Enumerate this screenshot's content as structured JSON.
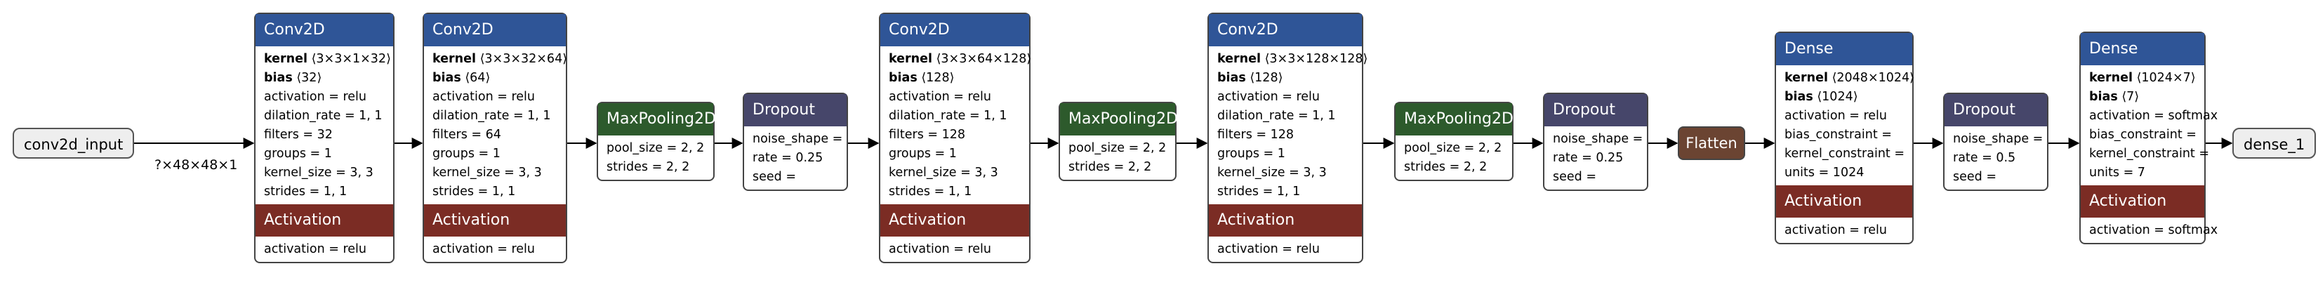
{
  "input": {
    "label": "conv2d_input",
    "shape": "?×48×48×1"
  },
  "output": {
    "label": "dense_1"
  },
  "nodes": [
    {
      "title": "Conv2D",
      "kind": "conv",
      "params": [
        {
          "key": "kernel",
          "value": "⟨3×3×1×32⟩"
        },
        {
          "key": "bias",
          "value": "⟨32⟩"
        }
      ],
      "attrs": [
        "activation = relu",
        "dilation_rate = 1, 1",
        "filters = 32",
        "groups = 1",
        "kernel_size = 3, 3",
        "strides = 1, 1"
      ],
      "activation": {
        "title": "Activation",
        "attr": "activation = relu"
      }
    },
    {
      "title": "Conv2D",
      "kind": "conv",
      "params": [
        {
          "key": "kernel",
          "value": "⟨3×3×32×64⟩"
        },
        {
          "key": "bias",
          "value": "⟨64⟩"
        }
      ],
      "attrs": [
        "activation = relu",
        "dilation_rate = 1, 1",
        "filters = 64",
        "groups = 1",
        "kernel_size = 3, 3",
        "strides = 1, 1"
      ],
      "activation": {
        "title": "Activation",
        "attr": "activation = relu"
      }
    },
    {
      "title": "MaxPooling2D",
      "kind": "pool",
      "params": [],
      "attrs": [
        "pool_size = 2, 2",
        "strides = 2, 2"
      ]
    },
    {
      "title": "Dropout",
      "kind": "drop",
      "params": [],
      "attrs": [
        "noise_shape =",
        "rate = 0.25",
        "seed ="
      ]
    },
    {
      "title": "Conv2D",
      "kind": "conv",
      "params": [
        {
          "key": "kernel",
          "value": "⟨3×3×64×128⟩"
        },
        {
          "key": "bias",
          "value": "⟨128⟩"
        }
      ],
      "attrs": [
        "activation = relu",
        "dilation_rate = 1, 1",
        "filters = 128",
        "groups = 1",
        "kernel_size = 3, 3",
        "strides = 1, 1"
      ],
      "activation": {
        "title": "Activation",
        "attr": "activation = relu"
      }
    },
    {
      "title": "MaxPooling2D",
      "kind": "pool",
      "params": [],
      "attrs": [
        "pool_size = 2, 2",
        "strides = 2, 2"
      ]
    },
    {
      "title": "Conv2D",
      "kind": "conv",
      "params": [
        {
          "key": "kernel",
          "value": "⟨3×3×128×128⟩"
        },
        {
          "key": "bias",
          "value": "⟨128⟩"
        }
      ],
      "attrs": [
        "activation = relu",
        "dilation_rate = 1, 1",
        "filters = 128",
        "groups = 1",
        "kernel_size = 3, 3",
        "strides = 1, 1"
      ],
      "activation": {
        "title": "Activation",
        "attr": "activation = relu"
      }
    },
    {
      "title": "MaxPooling2D",
      "kind": "pool",
      "params": [],
      "attrs": [
        "pool_size = 2, 2",
        "strides = 2, 2"
      ]
    },
    {
      "title": "Dropout",
      "kind": "drop",
      "params": [],
      "attrs": [
        "noise_shape =",
        "rate = 0.25",
        "seed ="
      ]
    },
    {
      "title": "Flatten",
      "kind": "flatten",
      "params": [],
      "attrs": []
    },
    {
      "title": "Dense",
      "kind": "dense",
      "params": [
        {
          "key": "kernel",
          "value": "⟨2048×1024⟩"
        },
        {
          "key": "bias",
          "value": "⟨1024⟩"
        }
      ],
      "attrs": [
        "activation = relu",
        "bias_constraint =",
        "kernel_constraint =",
        "units = 1024"
      ],
      "activation": {
        "title": "Activation",
        "attr": "activation = relu"
      }
    },
    {
      "title": "Dropout",
      "kind": "drop",
      "params": [],
      "attrs": [
        "noise_shape =",
        "rate = 0.5",
        "seed ="
      ]
    },
    {
      "title": "Dense",
      "kind": "dense",
      "params": [
        {
          "key": "kernel",
          "value": "⟨1024×7⟩"
        },
        {
          "key": "bias",
          "value": "⟨7⟩"
        }
      ],
      "attrs": [
        "activation = softmax",
        "bias_constraint =",
        "kernel_constraint =",
        "units = 7"
      ],
      "activation": {
        "title": "Activation",
        "attr": "activation = softmax"
      }
    }
  ]
}
